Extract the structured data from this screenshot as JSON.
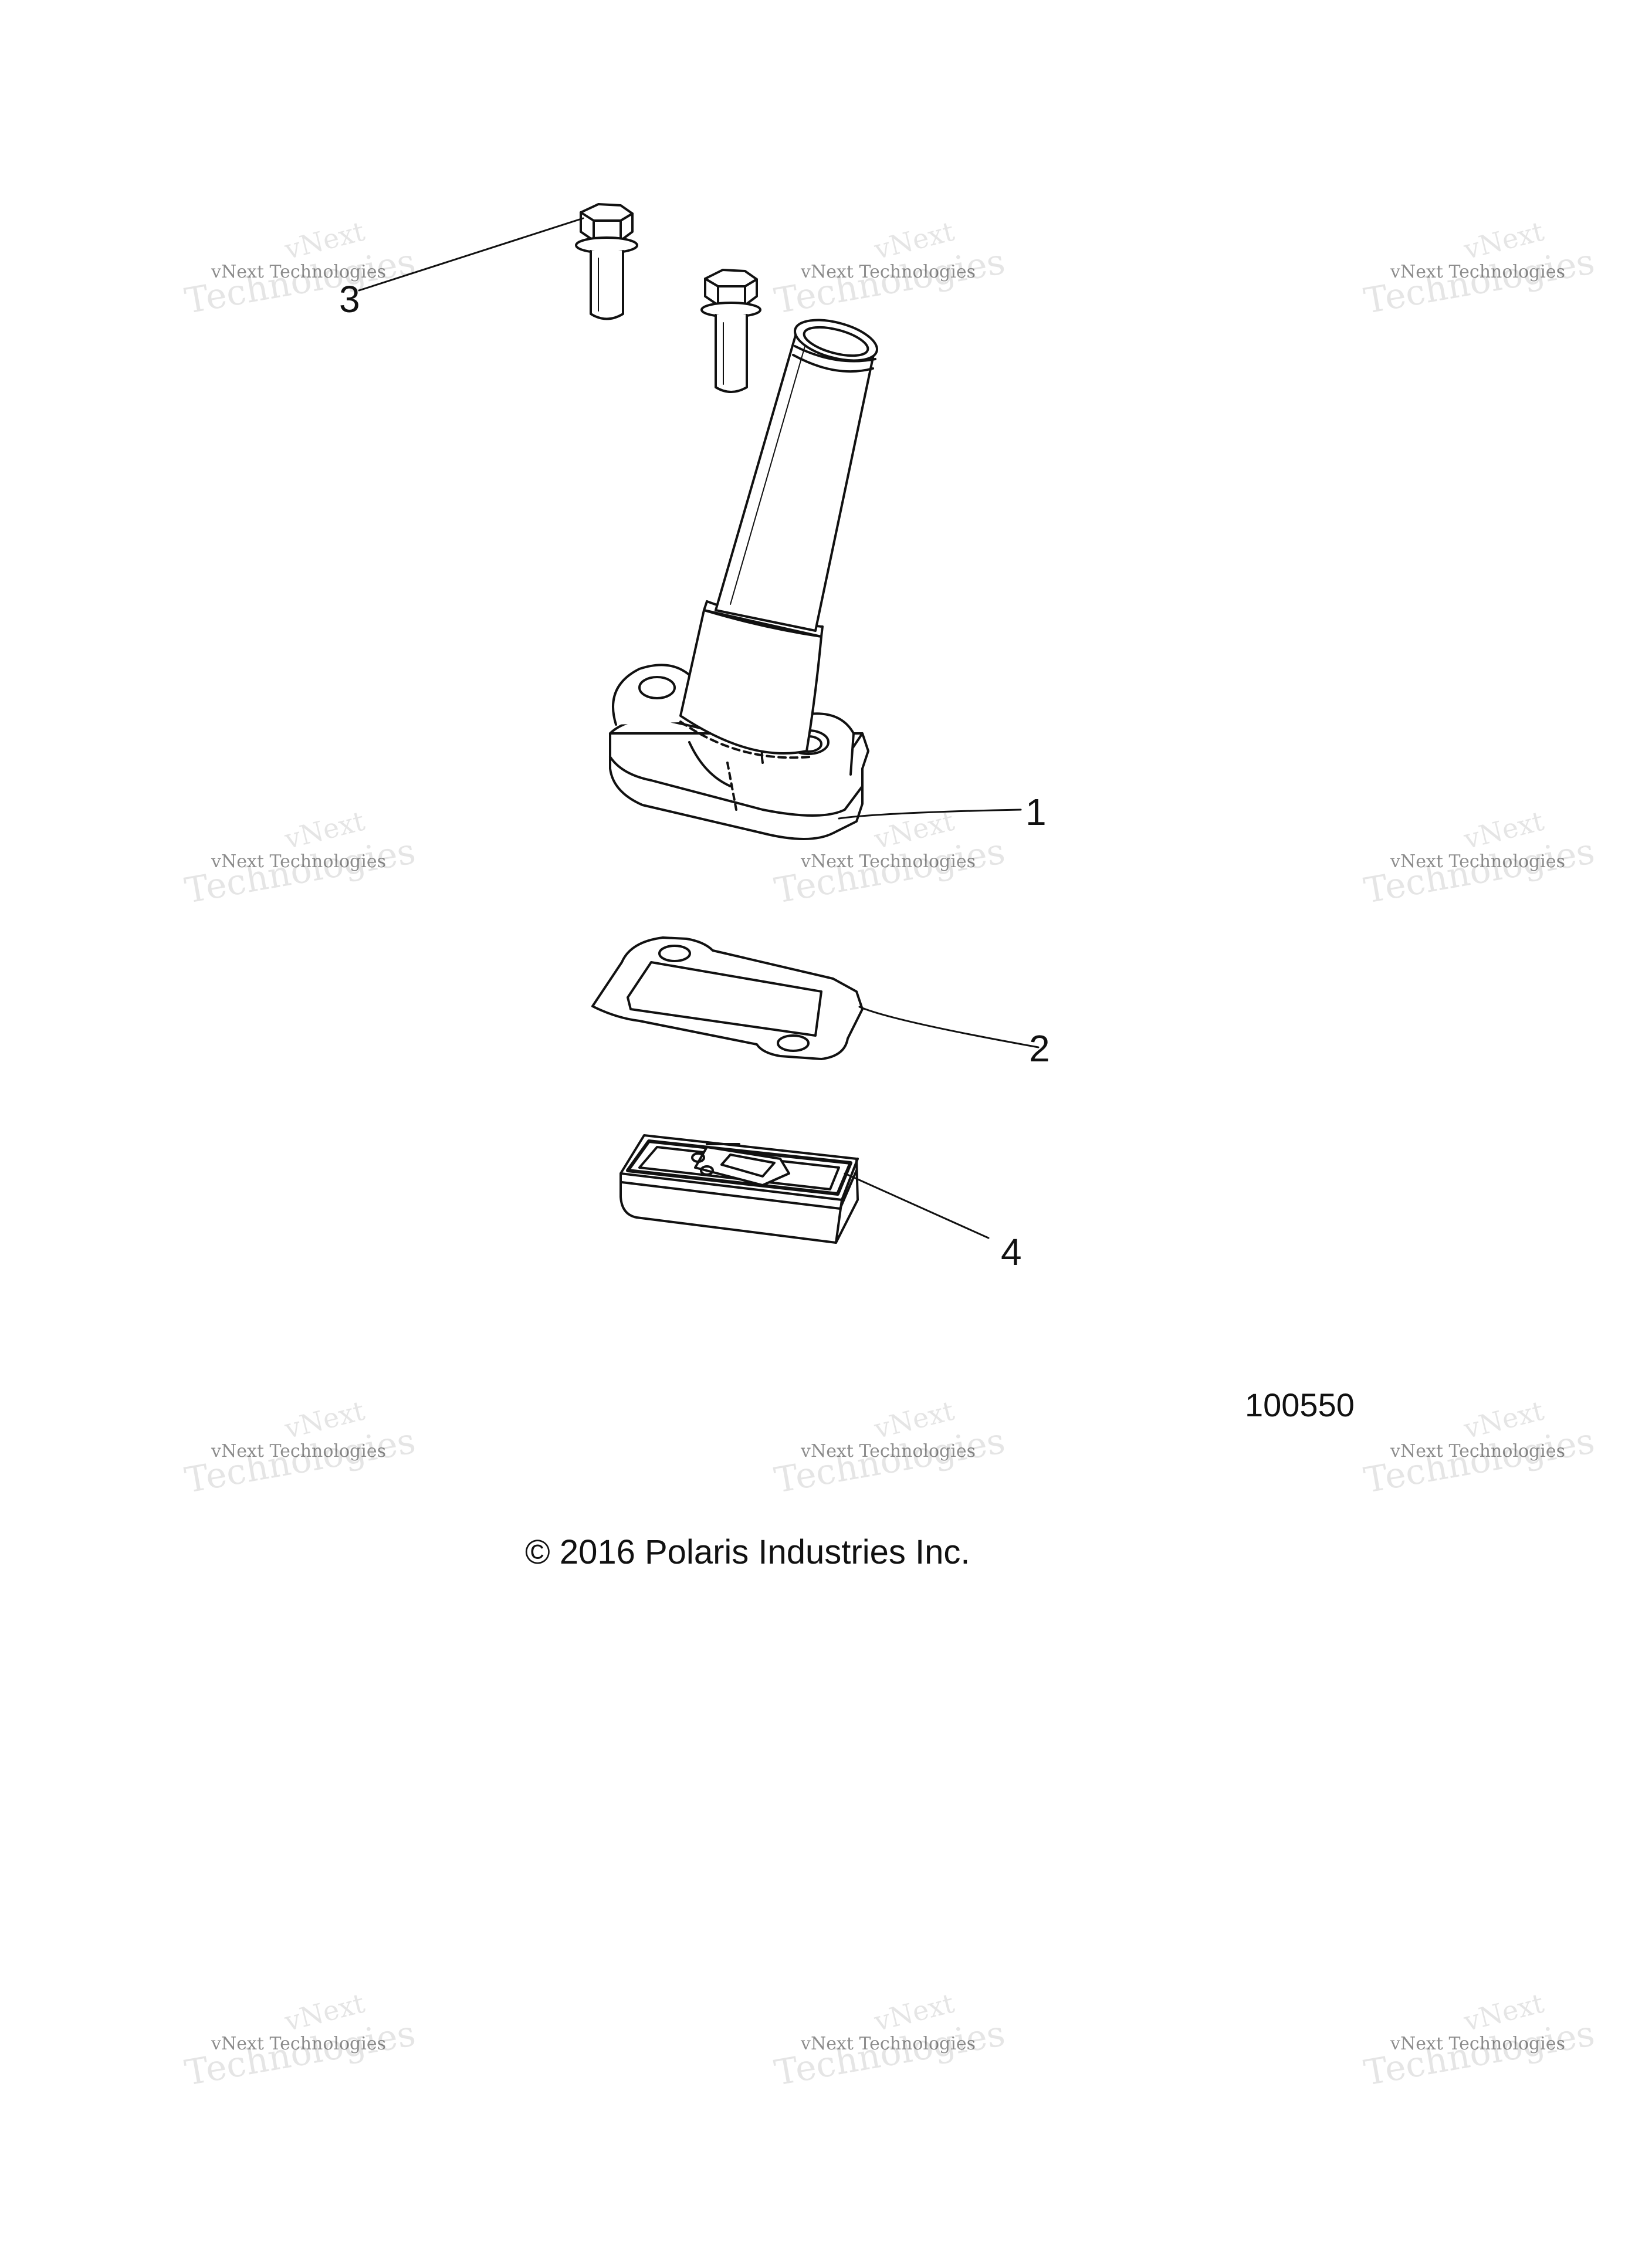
{
  "callouts": {
    "c1": "1",
    "c2": "2",
    "c3": "3",
    "c4": "4"
  },
  "figure_id": "100550",
  "copyright": "© 2016 Polaris Industries Inc.",
  "watermark": {
    "line_a": "vNext",
    "line_b": "vNext Technologies",
    "line_c": "Technologies"
  },
  "colors": {
    "line": "#111111",
    "watermark": "#c8c8c8"
  }
}
